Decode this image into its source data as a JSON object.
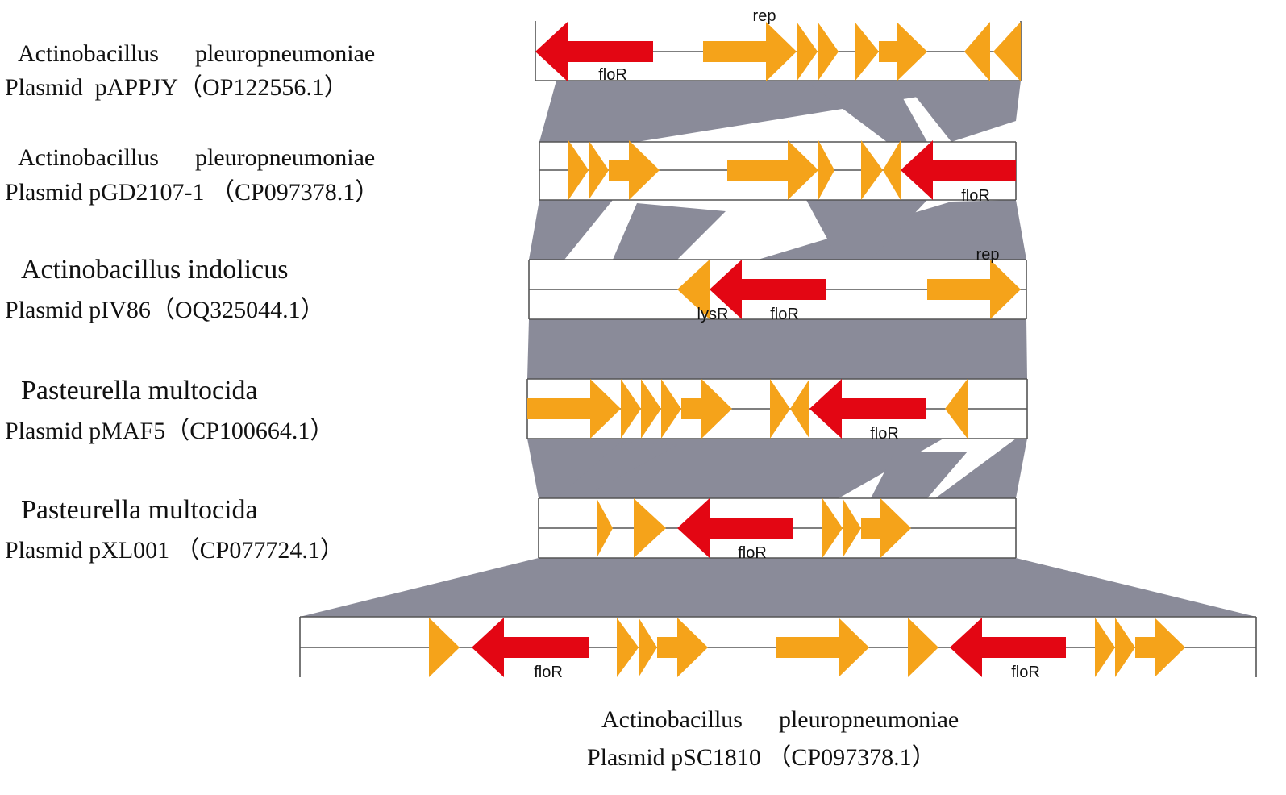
{
  "colors": {
    "background": "#ffffff",
    "synteny": "#8a8b99",
    "floR_gene": "#e30613",
    "other_gene": "#f5a31a",
    "track_outline": "#555555"
  },
  "plasmids": [
    {
      "id": "pAPPJY",
      "line1": "Actinobacillus      pleuropneumoniae",
      "line2": "Plasmid  pAPPJY（OP122556.1）",
      "gene_labels": [
        {
          "text": "rep"
        },
        {
          "text": "floR"
        }
      ]
    },
    {
      "id": "pGD2107-1",
      "line1": "Actinobacillus      pleuropneumoniae",
      "line2": "Plasmid pGD2107-1 （CP097378.1）",
      "gene_labels": [
        {
          "text": "floR"
        }
      ]
    },
    {
      "id": "pIV86",
      "line1": "Actinobacillus indolicus",
      "line2": "Plasmid pIV86（OQ325044.1）",
      "gene_labels": [
        {
          "text": "rep"
        },
        {
          "text": "lysR"
        },
        {
          "text": "floR"
        }
      ]
    },
    {
      "id": "pMAF5",
      "line1": "Pasteurella multocida",
      "line2": "Plasmid pMAF5（CP100664.1）",
      "gene_labels": [
        {
          "text": "floR"
        }
      ]
    },
    {
      "id": "pXL001",
      "line1": "Pasteurella multocida",
      "line2": "Plasmid pXL001 （CP077724.1）",
      "gene_labels": [
        {
          "text": "floR"
        }
      ]
    },
    {
      "id": "pSC1810",
      "line1": "Actinobacillus      pleuropneumoniae",
      "line2": "Plasmid pSC1810 （CP097378.1）",
      "gene_labels": [
        {
          "text": "floR"
        },
        {
          "text": "floR"
        }
      ]
    }
  ]
}
